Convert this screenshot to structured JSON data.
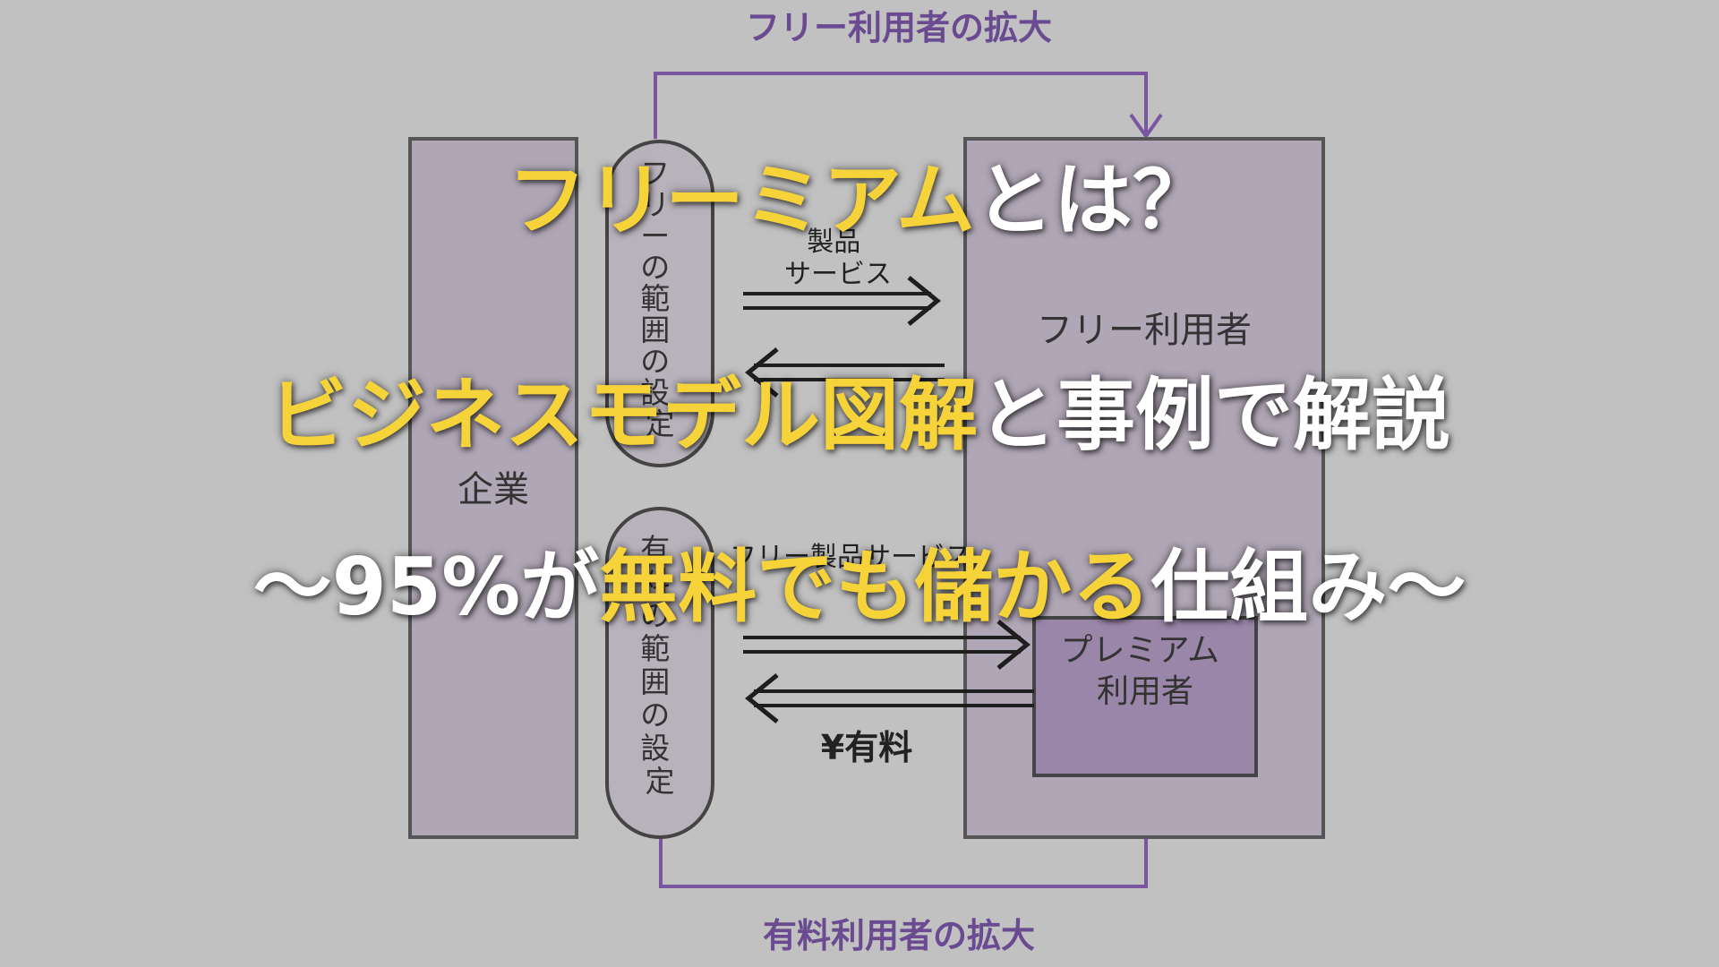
{
  "diagram": {
    "top_label": "フリー利用者の拡大",
    "bottom_label": "有料利用者の拡大",
    "company": "企業",
    "free_scope": [
      "フ",
      "リ",
      "ー",
      "の",
      "範",
      "囲",
      "の",
      "設",
      "定"
    ],
    "paid_scope": [
      "有",
      "料",
      "の",
      "範",
      "囲",
      "の",
      "設",
      "定"
    ],
    "free_product": [
      "製品",
      "サービス"
    ],
    "paid_product": "フリー製品サービス",
    "fee": "¥有料",
    "free_user": "フリー利用者",
    "premium_user": [
      "プレミアム",
      "利用者"
    ],
    "colors": {
      "background": "#c1c1c1",
      "box_fill": "#b0a7b6",
      "premium_fill": "#9a86a8",
      "purple_line": "#7a55a0",
      "purple_text": "#6a4a90",
      "border": "#555555",
      "arrow": "#1e1e1e"
    }
  },
  "headline": {
    "line1": {
      "highlight": "フリーミアム",
      "rest": "とは？"
    },
    "line2": {
      "highlight": "ビジネスモデル図解",
      "rest": "と事例で解説"
    },
    "line3": {
      "prefix": "〜95%が",
      "highlight": "無料でも儲かる",
      "suffix": "仕組み〜"
    },
    "colors": {
      "highlight": "#f7d33a",
      "white": "#ffffff"
    }
  }
}
